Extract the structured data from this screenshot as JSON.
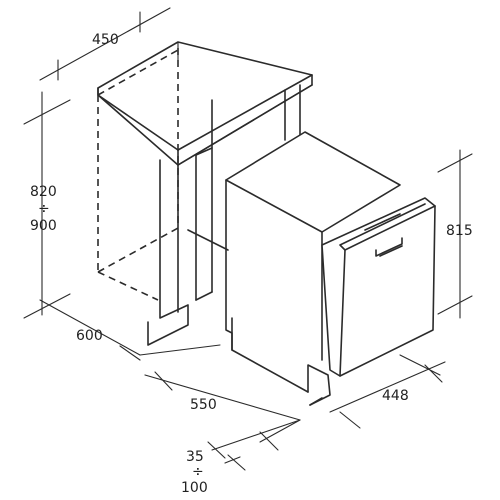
{
  "diagram": {
    "labels": {
      "cabinet_width": "450",
      "cabinet_height_min": "820",
      "cabinet_height_sep": "÷",
      "cabinet_height_max": "900",
      "cabinet_depth": "600",
      "appliance_depth": "550",
      "appliance_width": "448",
      "appliance_height": "815",
      "plinth_min": "35",
      "plinth_sep": "÷",
      "plinth_max": "100"
    },
    "colors": {
      "line": "#2b2b2b",
      "text": "#222222",
      "background": "#ffffff"
    }
  }
}
